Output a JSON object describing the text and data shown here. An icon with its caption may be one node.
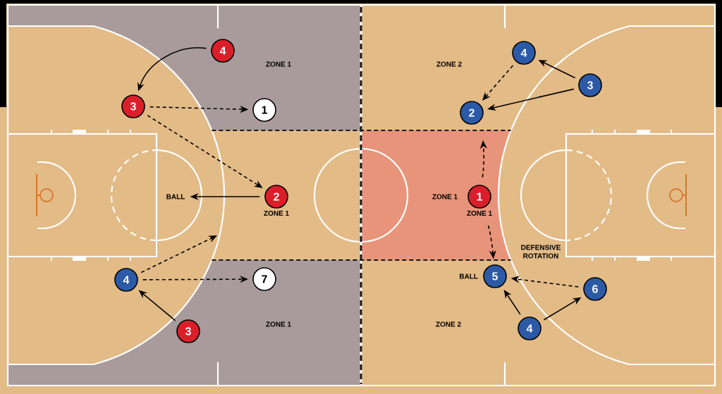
{
  "diagram": {
    "nodes": [
      {
        "text": [
          "4"
        ]
      },
      {
        "text": [
          "3"
        ]
      },
      {
        "text": [
          "1"
        ]
      },
      {
        "text": [
          "BALL"
        ]
      },
      {
        "text": [
          "2"
        ],
        "beside": [
          "ZONE 1"
        ]
      },
      {
        "text": [
          "4"
        ]
      },
      {
        "text": [
          "7"
        ]
      },
      {
        "text": [
          "3"
        ]
      },
      {
        "text": [
          "4"
        ]
      },
      {
        "text": [
          "3"
        ]
      },
      {
        "text": [
          "2"
        ]
      },
      {
        "text": [
          "1"
        ],
        "beside": [
          "ZONE 1"
        ]
      },
      {
        "text": [
          "5"
        ],
        "beside": [
          "BALL"
        ]
      },
      {
        "text": [
          "6"
        ]
      },
      {
        "text": [
          "4"
        ]
      }
    ],
    "edges": [
      {
        "from": 0,
        "to": 1,
        "arrow": "to"
      },
      {
        "from": 1,
        "to": 2,
        "arrow": "to",
        "style": "dashed"
      },
      {
        "from": 1,
        "to": 4,
        "arrow": "to",
        "style": "dashed"
      },
      {
        "from": 4,
        "to": 3,
        "arrow": "to"
      },
      {
        "from": 5,
        "to": null,
        "arrow": "to",
        "style": "dashed"
      },
      {
        "from": 5,
        "to": 6,
        "arrow": "to",
        "style": "dashed"
      },
      {
        "from": 7,
        "to": 5,
        "arrow": "to"
      },
      {
        "from": 9,
        "to": 8,
        "arrow": "to"
      },
      {
        "from": 8,
        "to": 10,
        "arrow": "to",
        "style": "dashed"
      },
      {
        "from": 9,
        "to": 10,
        "arrow": "to"
      },
      {
        "from": 11,
        "to": null,
        "arrow": "to",
        "style": "dashed"
      },
      {
        "from": 11,
        "to": 12,
        "arrow": "to",
        "style": "dashed"
      },
      {
        "from": 13,
        "to": 12,
        "arrow": "to",
        "style": "dashed"
      },
      {
        "from": 14,
        "to": 12,
        "arrow": "to"
      },
      {
        "from": 14,
        "to": 13,
        "arrow": "to"
      }
    ],
    "labels": [
      "ZONE 1",
      "ZONE 2",
      "ZONE 1",
      "DEFENSIVE ROTATION",
      "ZONE 1",
      "ZONE 2"
    ]
  }
}
